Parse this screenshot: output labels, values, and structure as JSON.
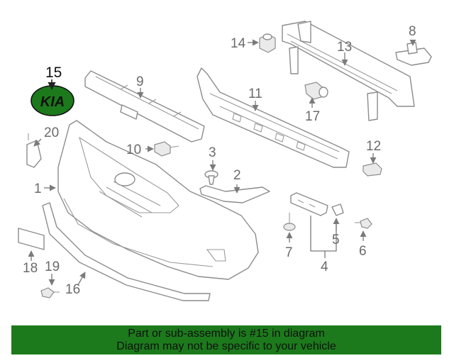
{
  "callouts": {
    "c1": "1",
    "c2": "2",
    "c3": "3",
    "c4": "4",
    "c5": "5",
    "c6": "6",
    "c7": "7",
    "c8": "8",
    "c9": "9",
    "c10": "10",
    "c11": "11",
    "c12": "12",
    "c13": "13",
    "c14": "14",
    "c15": "15",
    "c16": "16",
    "c17": "17",
    "c18": "18",
    "c19": "19",
    "c20": "20"
  },
  "emblem_text": "KIA",
  "highlight_color": "#1c7a1c",
  "footer": {
    "line1": "Part or sub-assembly is #15 in diagram",
    "line2": "Diagram may not be specific to your vehicle"
  }
}
